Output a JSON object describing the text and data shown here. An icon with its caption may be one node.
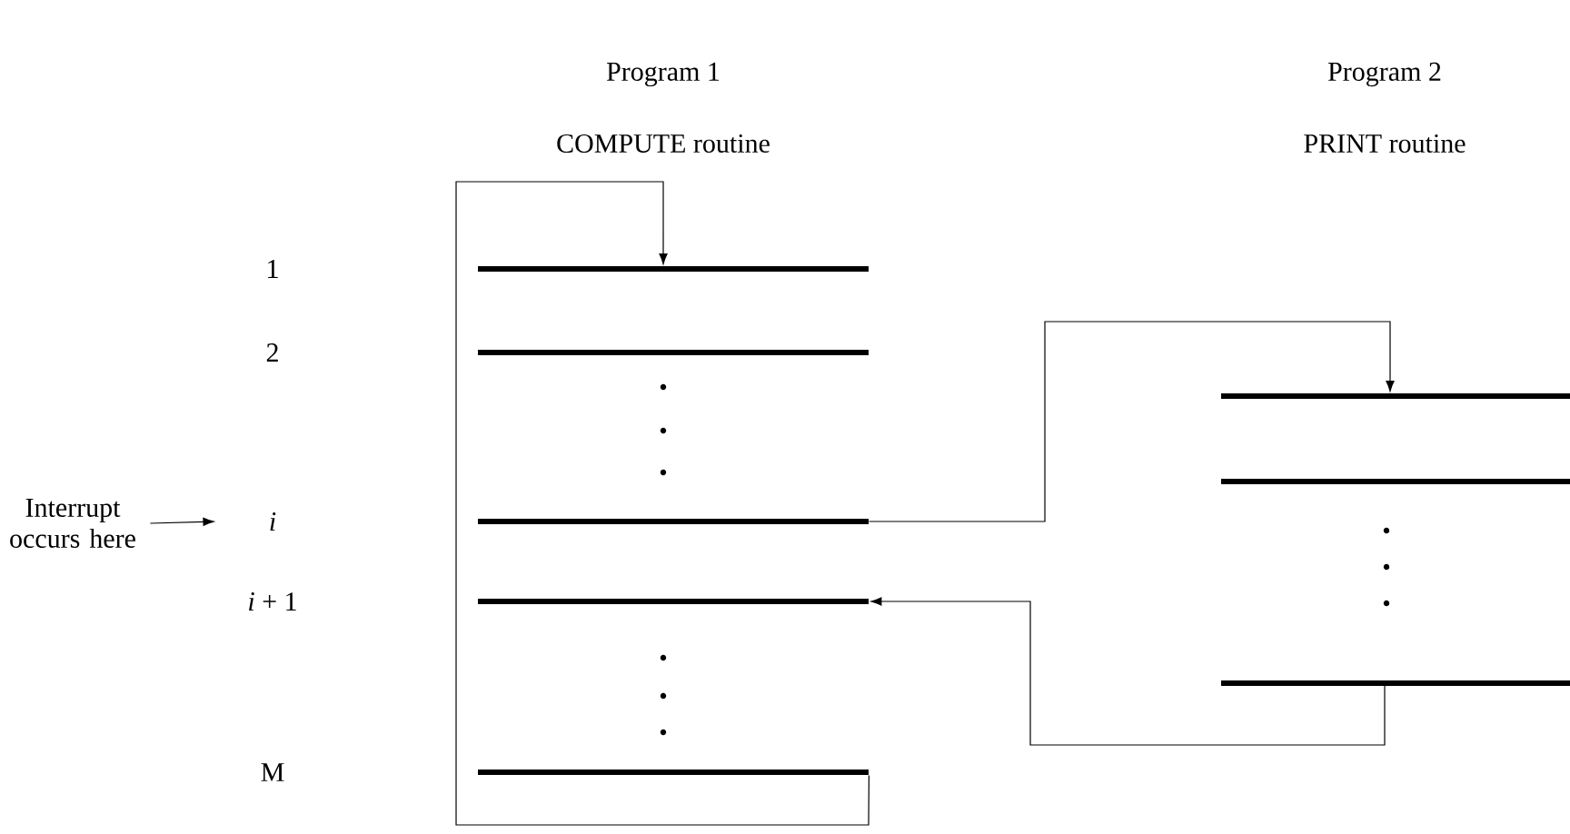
{
  "diagram": {
    "nodes": [
      {
        "text": [
          "Interrupt occurs here"
        ]
      },
      {
        "text": [
          "i"
        ]
      },
      {
        "text": [],
        "shape": "bar"
      },
      {
        "text": [],
        "shape": "bar"
      },
      {
        "text": [],
        "shape": "bar"
      },
      {
        "text": [],
        "shape": "bar"
      },
      {
        "text": [],
        "shape": "bar"
      },
      {
        "text": [],
        "shape": "bar"
      },
      {
        "text": [],
        "shape": "bar"
      },
      {
        "text": [],
        "shape": "bar"
      }
    ],
    "edges": [
      {
        "from": 0,
        "to": 1,
        "arrow": "to"
      },
      {
        "from": 6,
        "to": 2,
        "arrow": "to"
      },
      {
        "from": 4,
        "to": 7,
        "arrow": "to"
      },
      {
        "from": 9,
        "to": 5,
        "arrow": "to"
      }
    ],
    "labels": [
      "Program 1",
      "Program 2",
      "COMPUTE routine",
      "PRINT routine",
      "1",
      "2",
      "*i* + 1",
      "M"
    ]
  }
}
